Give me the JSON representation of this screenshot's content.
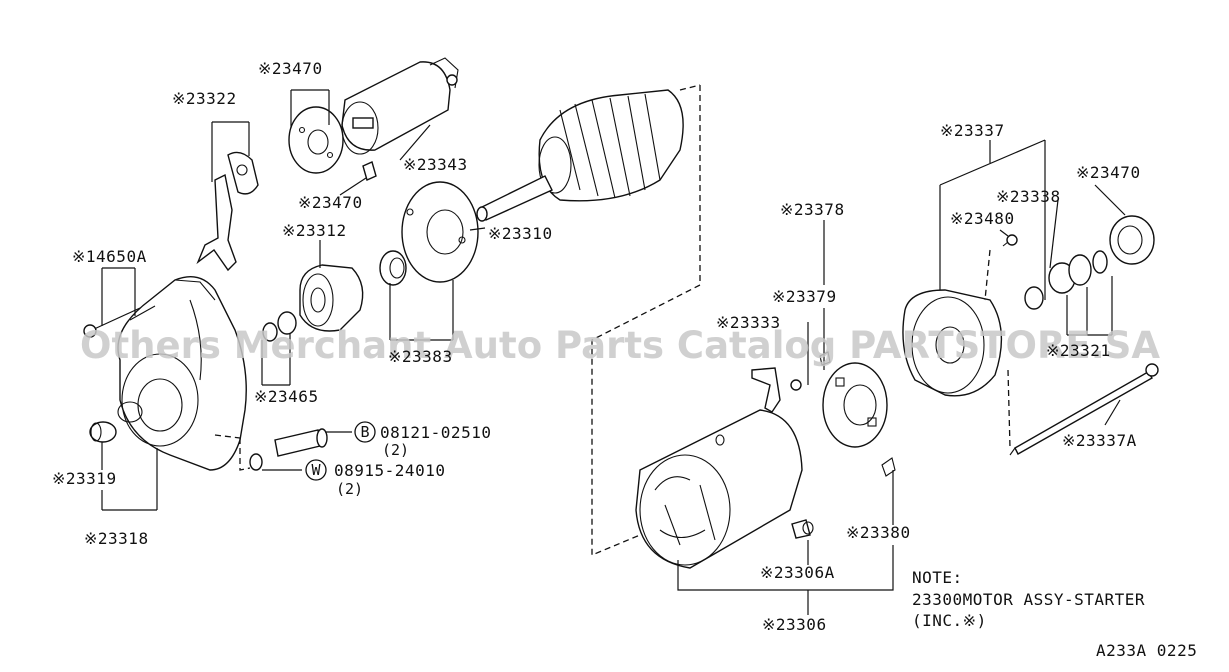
{
  "watermark": "Others Merchant Auto Parts Catalog PARTSTORE.SA",
  "labels": {
    "p23470_top": "※23470",
    "p23322": "※23322",
    "p23343": "※23343",
    "p23470_mid": "※23470",
    "p23312": "※23312",
    "p23310": "※23310",
    "p14650a": "※14650A",
    "p23383": "※23383",
    "p23465": "※23465",
    "p23319": "※23319",
    "p23318": "※23318",
    "p23378": "※23378",
    "p23379": "※23379",
    "p23333": "※23333",
    "p23380": "※23380",
    "p23306a": "※23306A",
    "p23306": "※23306",
    "p23337": "※23337",
    "p23338": "※23338",
    "p23480": "※23480",
    "p23470_right": "※23470",
    "p23321": "※23321",
    "p23337a": "※23337A"
  },
  "fasteners": {
    "bolt_marker": "B",
    "bolt_part": "08121-02510",
    "bolt_qty": "(2)",
    "washer_marker": "W",
    "washer_part": "08915-24010",
    "washer_qty": "(2)"
  },
  "note": {
    "heading": "NOTE:",
    "line1": "23300MOTOR ASSY-STARTER",
    "line2": "(INC.※)"
  },
  "diagram_code": "A233A 0225"
}
